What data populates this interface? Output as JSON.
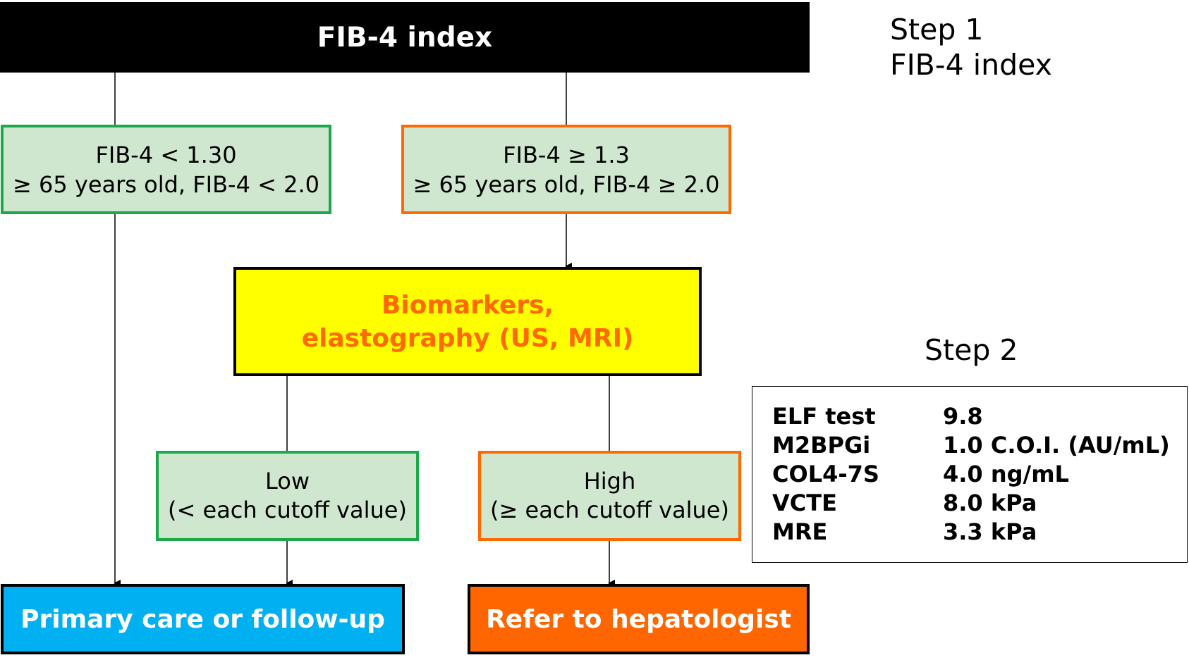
{
  "colors": {
    "header_bg": "#000000",
    "low_risk_border": "#1aaa4a",
    "high_risk_border": "#ff6a00",
    "condition_fill": "#cfe7cf",
    "biomarker_fill": "#ffff00",
    "biomarker_text": "#ff6a00",
    "primary_care_fill": "#00b0f0",
    "refer_fill": "#ff6600"
  },
  "header": {
    "title": "FIB-4 index"
  },
  "step1": {
    "line1": "Step 1",
    "line2": "FIB-4 index"
  },
  "fib_low": {
    "line1": "FIB-4 < 1.30",
    "line2": "≥ 65 years old, FIB-4 < 2.0"
  },
  "fib_high": {
    "line1": "FIB-4 ≥ 1.3",
    "line2": "≥ 65 years old, FIB-4 ≥ 2.0"
  },
  "biomarkers": {
    "line1": "Biomarkers,",
    "line2": "elastography (US, MRI)"
  },
  "step2": {
    "label": "Step 2"
  },
  "cutoffs": [
    {
      "test": "ELF test",
      "value": "9.8"
    },
    {
      "test": "M2BPGi",
      "value": "1.0 C.O.I. (AU/mL)"
    },
    {
      "test": "COL4-7S",
      "value": "4.0 ng/mL"
    },
    {
      "test": "VCTE",
      "value": "8.0 kPa"
    },
    {
      "test": "MRE",
      "value": "3.3 kPa"
    }
  ],
  "low_result": {
    "line1": "Low",
    "line2": "(< each cutoff value)"
  },
  "high_result": {
    "line1": "High",
    "line2": "(≥ each cutoff value)"
  },
  "primary_care": {
    "label": "Primary care or follow-up"
  },
  "refer": {
    "label": "Refer to hepatologist"
  }
}
